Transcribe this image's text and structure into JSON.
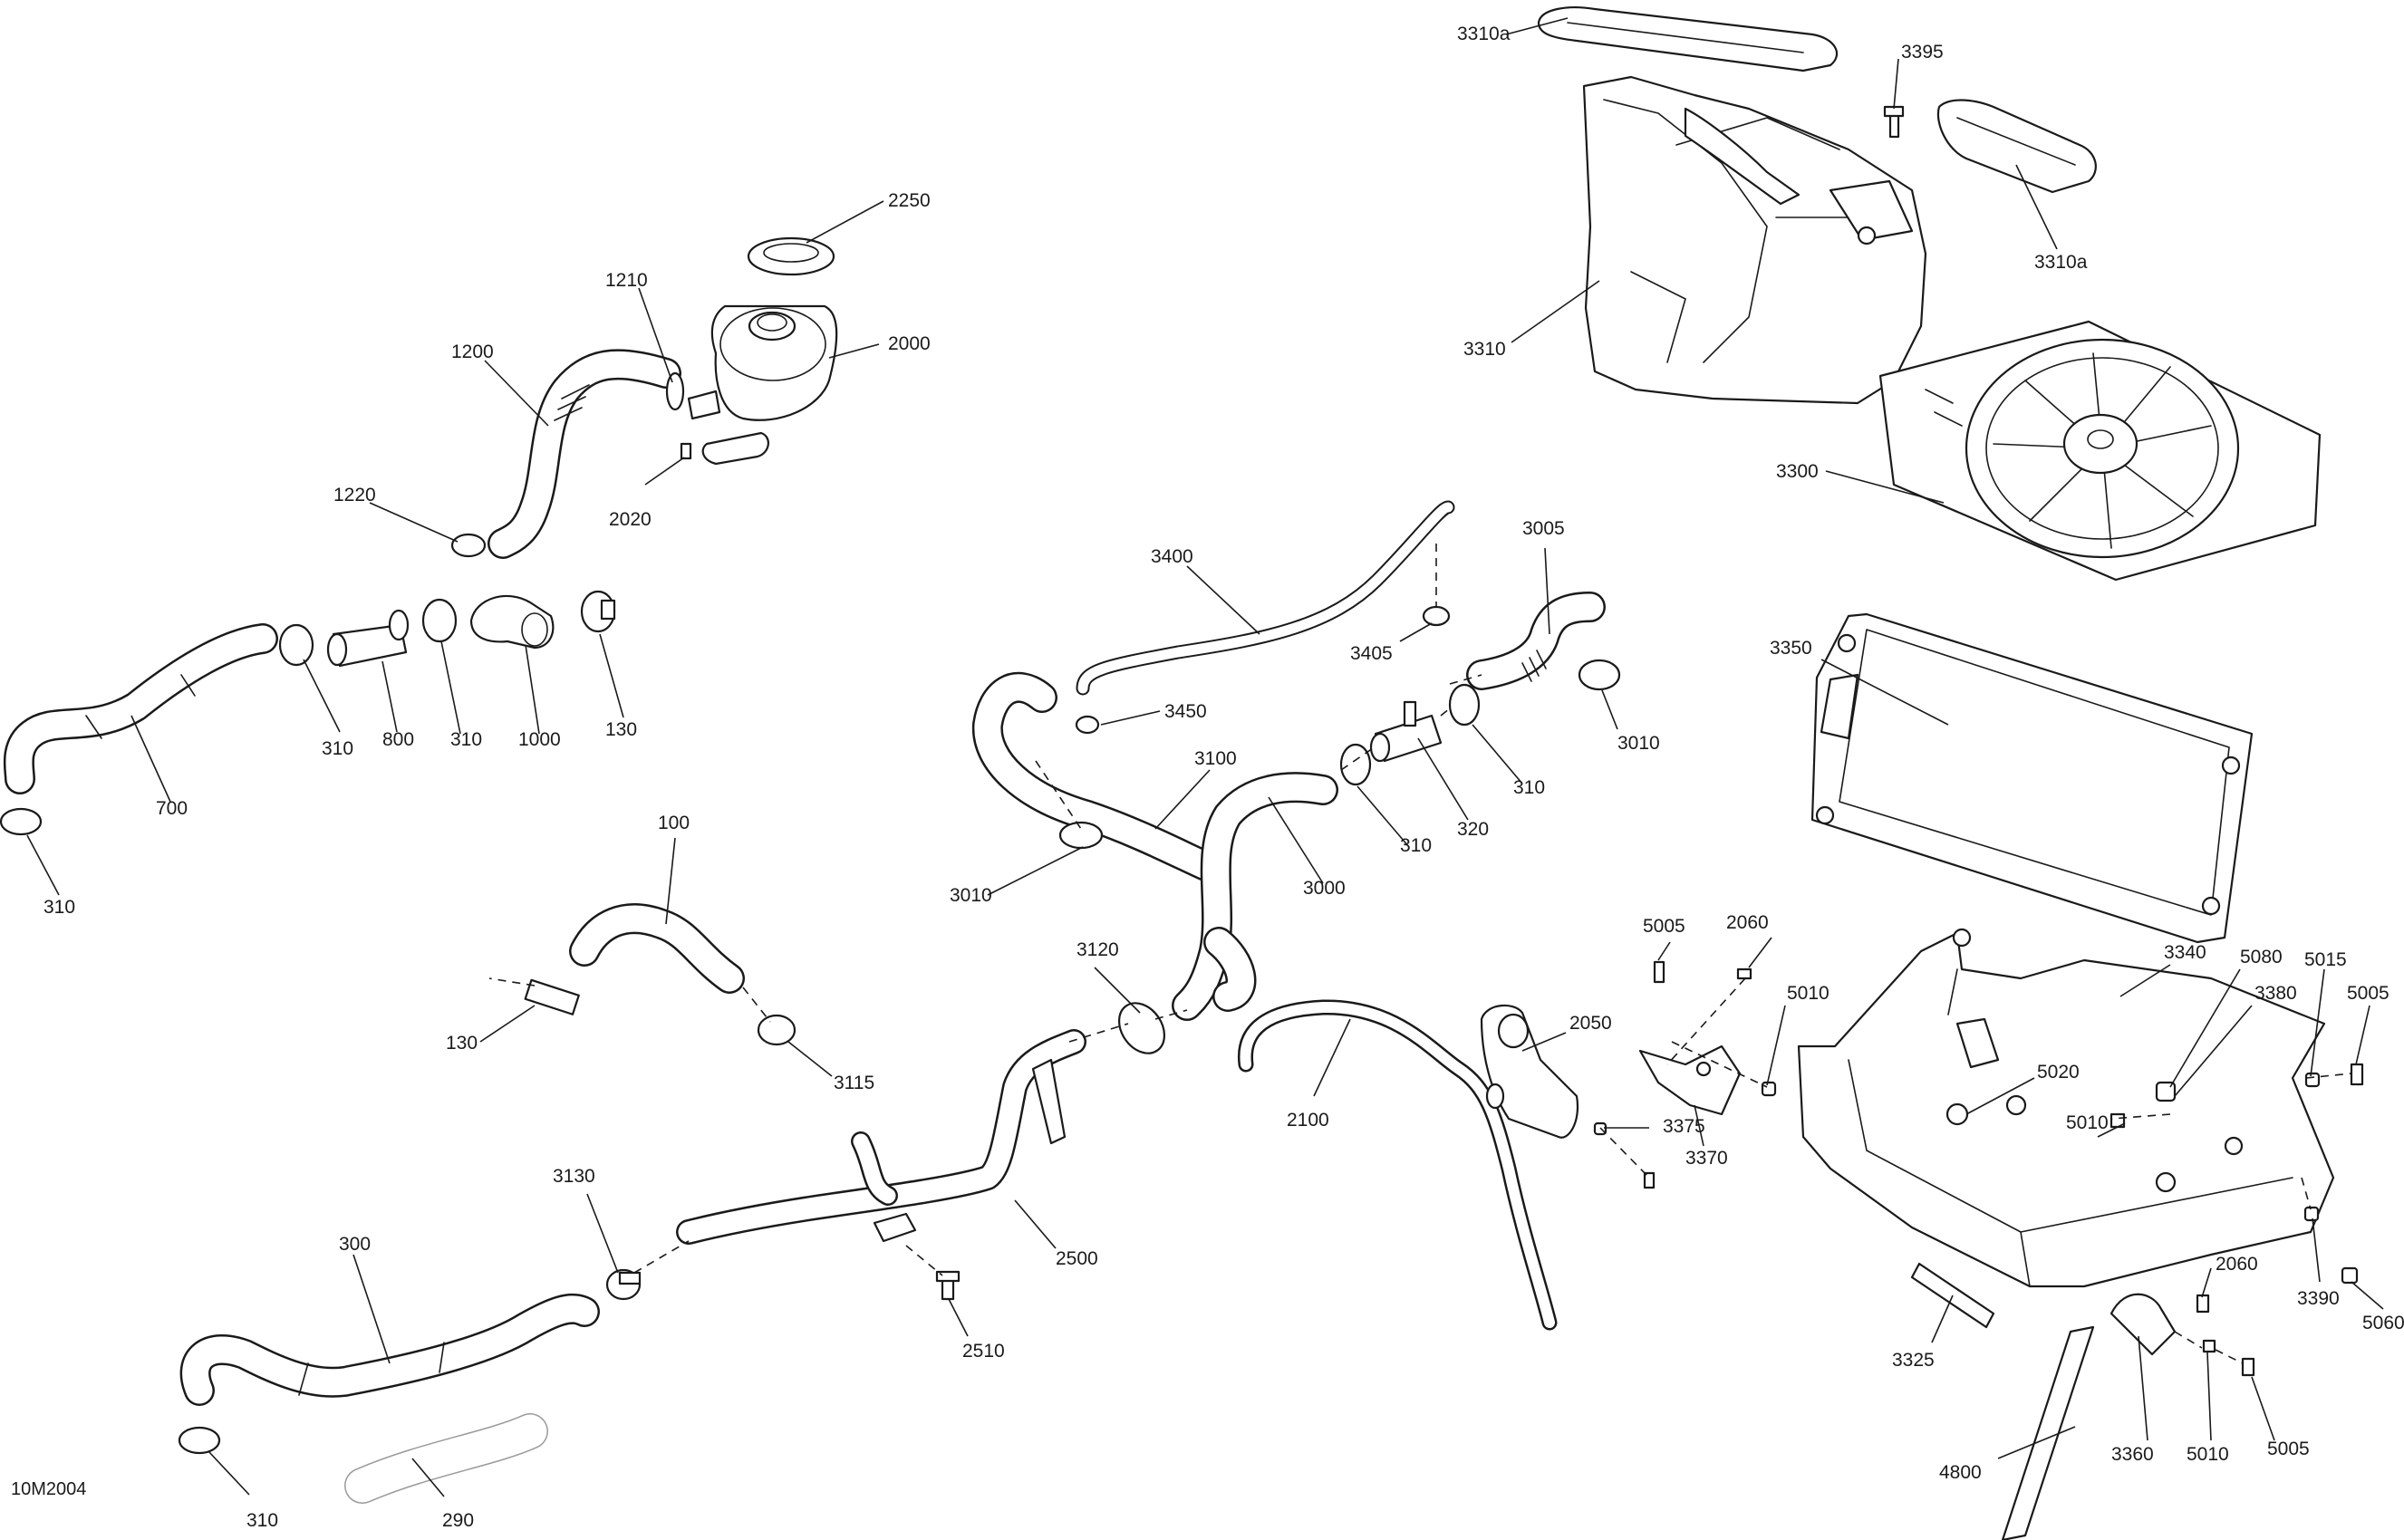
{
  "drawing_code": "10M2004",
  "callouts": {
    "c3310a_top": "3310a",
    "c3395": "3395",
    "c3310a_right": "3310a",
    "c3310": "3310",
    "c2250": "2250",
    "c1210": "1210",
    "c1200": "1200",
    "c2000": "2000",
    "c2020": "2020",
    "c1220": "1220",
    "c3300": "3300",
    "c3400": "3400",
    "c3005": "3005",
    "c3405": "3405",
    "c3450": "3450",
    "c310_a": "310",
    "c800": "800",
    "c310_b": "310",
    "c1000": "1000",
    "c130_a": "130",
    "c700": "700",
    "c310_c": "310",
    "c3010_a": "3010",
    "c3100": "3100",
    "c310_d": "310",
    "c310_e": "310",
    "c320": "320",
    "c3000": "3000",
    "c3010_b": "3010",
    "c3350": "3350",
    "c100": "100",
    "c130_b": "130",
    "c3115": "3115",
    "c3120": "3120",
    "c5005_a": "5005",
    "c2060_a": "2060",
    "c5010_a": "5010",
    "c3340": "3340",
    "c5080": "5080",
    "c5015": "5015",
    "c5005_b": "5005",
    "c3380": "3380",
    "c2050": "2050",
    "c2100": "2100",
    "c5020": "5020",
    "c3375": "3375",
    "c3370": "3370",
    "c5010_b": "5010",
    "c3130": "3130",
    "c300": "300",
    "c2500": "2500",
    "c2510": "2510",
    "c310_f": "310",
    "c290": "290",
    "c3325": "3325",
    "c2060_b": "2060",
    "c3390": "3390",
    "c5060": "5060",
    "c3360": "3360",
    "c5010_c": "5010",
    "c5005_c": "5005",
    "c4800": "4800"
  }
}
